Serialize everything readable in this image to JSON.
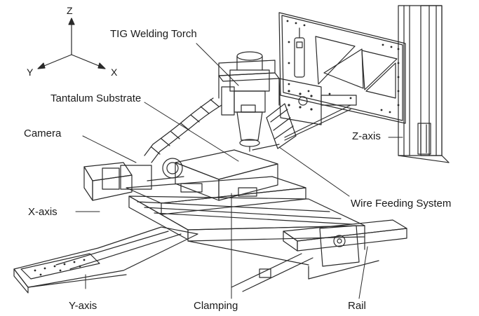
{
  "coordinate_triad": {
    "z": "Z",
    "y": "Y",
    "x": "X"
  },
  "labels": {
    "tig_torch": "TIG Welding Torch",
    "tantalum_substrate": "Tantalum Substrate",
    "camera": "Camera",
    "z_axis": "Z-axis",
    "wire_feeding": "Wire Feeding System",
    "x_axis": "X-axis",
    "y_axis": "Y-axis",
    "clamping": "Clamping",
    "rail": "Rail"
  },
  "colors": {
    "line": "#2a2a2a",
    "text": "#1a1a1a"
  }
}
